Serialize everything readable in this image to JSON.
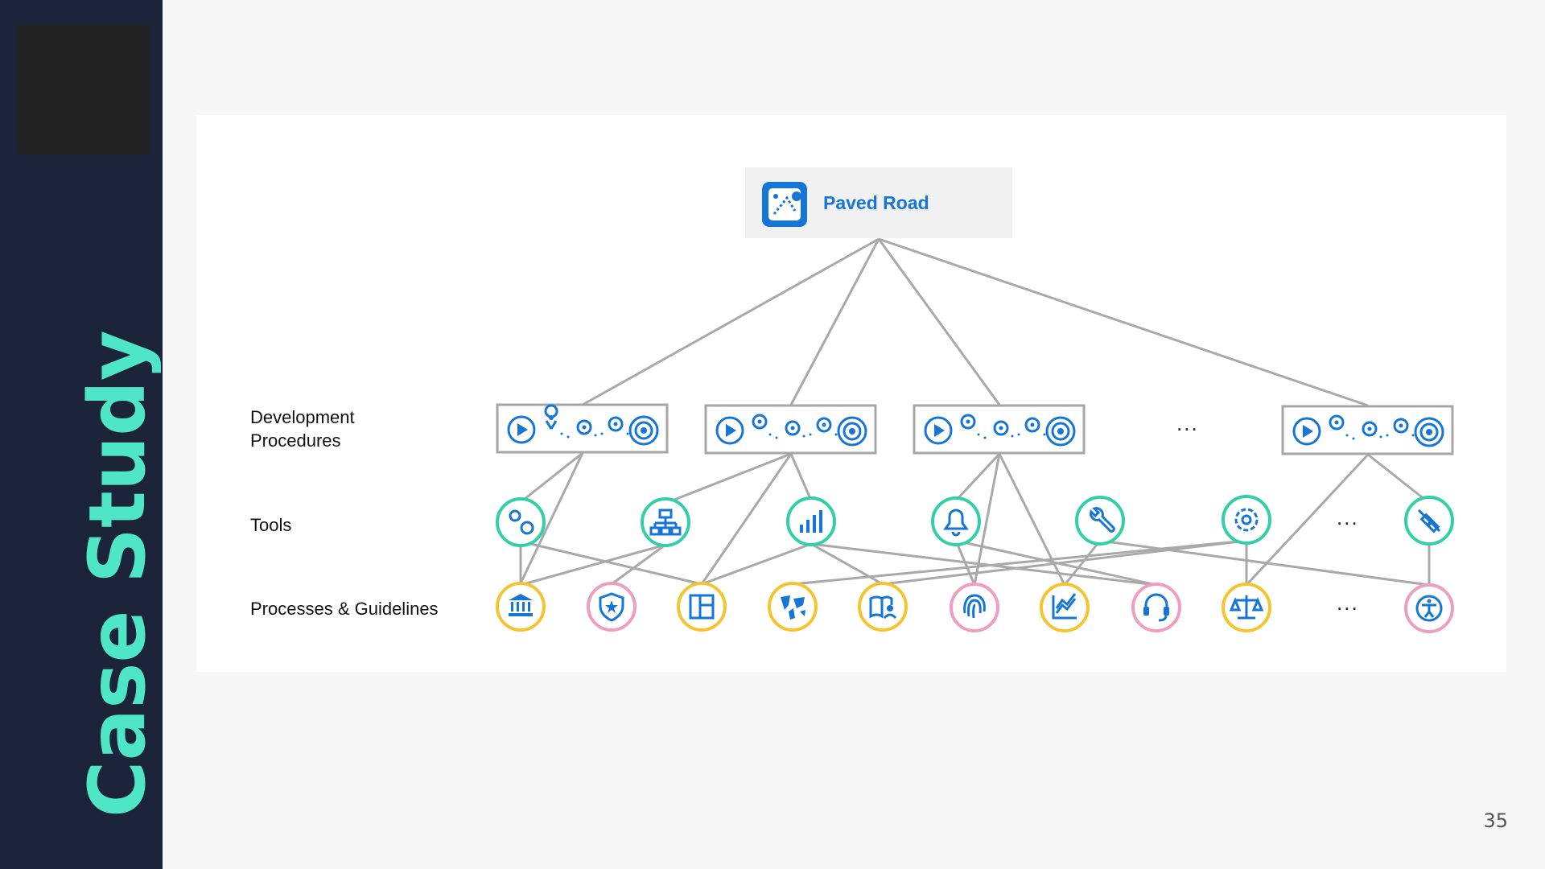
{
  "sidebar": {
    "title": "Case Study"
  },
  "diagram": {
    "root": {
      "label": "Paved Road",
      "icon": "roadmap-icon"
    },
    "row_labels": {
      "development_line1": "Development",
      "development_line2": "Procedures",
      "tools": "Tools",
      "processes": "Processes & Guidelines"
    },
    "ellipsis": "...",
    "procedure_icons": [
      "play-icon",
      "location-pin-icon",
      "location-pin-icon",
      "location-pin-icon",
      "target-icon"
    ],
    "tools": [
      "gears-icon",
      "org-chart-icon",
      "bar-chart-icon",
      "bell-icon",
      "wrench-icon",
      "settings-icon",
      "plug-icon"
    ],
    "processes": [
      "bank-icon",
      "shield-star-icon",
      "dashboard-layout-icon",
      "world-map-icon",
      "book-user-icon",
      "fingerprint-icon",
      "area-chart-icon",
      "headset-icon",
      "scales-icon",
      "accessibility-icon"
    ],
    "colors": {
      "tool_ring": "#33cfa8",
      "process_ring_yellow": "#f4c431",
      "process_ring_pink": "#ee9ec1",
      "icon_blue": "#1676d6",
      "accent": "#4fe6c8"
    }
  },
  "page": {
    "number": "35"
  }
}
